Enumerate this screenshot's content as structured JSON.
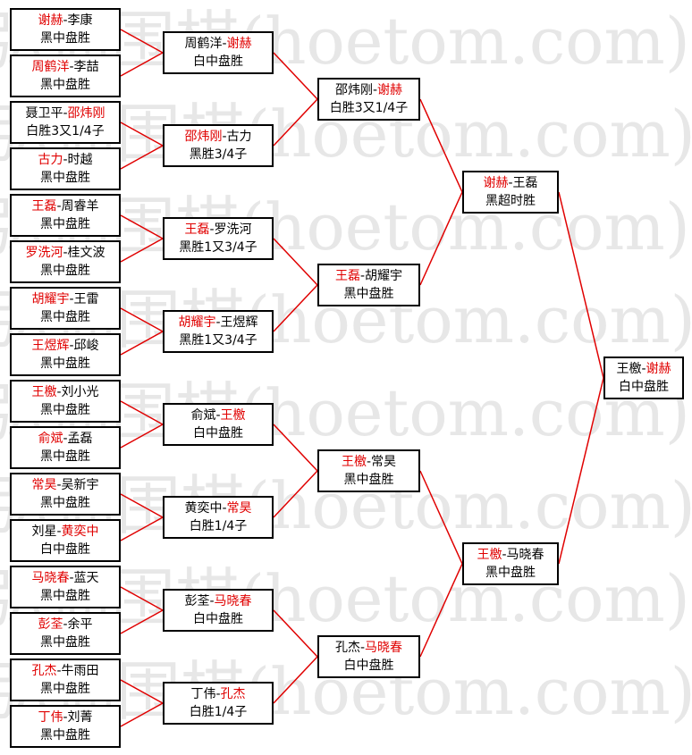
{
  "watermark": "弘通围棋(hoetom.com)弘通",
  "colors": {
    "winner": "#e00000",
    "line": "#e00000",
    "text": "#000000",
    "watermark": "#e7e7e7"
  },
  "round1": [
    {
      "p1": "谢赫",
      "p2": "李康",
      "winner": 1,
      "result": "黑中盘胜"
    },
    {
      "p1": "周鹤洋",
      "p2": "李喆",
      "winner": 1,
      "result": "黑中盘胜"
    },
    {
      "p1": "聂卫平",
      "p2": "邵炜刚",
      "winner": 2,
      "result": "白胜3又1/4子"
    },
    {
      "p1": "古力",
      "p2": "时越",
      "winner": 1,
      "result": "黑中盘胜"
    },
    {
      "p1": "王磊",
      "p2": "周睿羊",
      "winner": 1,
      "result": "黑中盘胜"
    },
    {
      "p1": "罗洗河",
      "p2": "桂文波",
      "winner": 1,
      "result": "黑中盘胜"
    },
    {
      "p1": "胡耀宇",
      "p2": "王雷",
      "winner": 1,
      "result": "黑中盘胜"
    },
    {
      "p1": "王煜辉",
      "p2": "邱峻",
      "winner": 1,
      "result": "黑中盘胜"
    },
    {
      "p1": "王檄",
      "p2": "刘小光",
      "winner": 1,
      "result": "黑中盘胜"
    },
    {
      "p1": "俞斌",
      "p2": "孟磊",
      "winner": 1,
      "result": "黑中盘胜"
    },
    {
      "p1": "常昊",
      "p2": "吴新宇",
      "winner": 1,
      "result": "黑中盘胜"
    },
    {
      "p1": "刘星",
      "p2": "黄奕中",
      "winner": 2,
      "result": "白中盘胜"
    },
    {
      "p1": "马晓春",
      "p2": "蓝天",
      "winner": 1,
      "result": "黑中盘胜"
    },
    {
      "p1": "彭荃",
      "p2": "余平",
      "winner": 1,
      "result": "黑中盘胜"
    },
    {
      "p1": "孔杰",
      "p2": "牛雨田",
      "winner": 1,
      "result": "黑中盘胜"
    },
    {
      "p1": "丁伟",
      "p2": "刘菁",
      "winner": 1,
      "result": "黑中盘胜"
    }
  ],
  "round2": [
    {
      "p1": "周鹤洋",
      "p2": "谢赫",
      "winner": 2,
      "result": "白中盘胜"
    },
    {
      "p1": "邵炜刚",
      "p2": "古力",
      "winner": 1,
      "result": "黑胜3/4子"
    },
    {
      "p1": "王磊",
      "p2": "罗洗河",
      "winner": 1,
      "result": "黑胜1又3/4子"
    },
    {
      "p1": "胡耀宇",
      "p2": "王煜辉",
      "winner": 1,
      "result": "黑胜1又3/4子"
    },
    {
      "p1": "俞斌",
      "p2": "王檄",
      "winner": 2,
      "result": "白中盘胜"
    },
    {
      "p1": "黄奕中",
      "p2": "常昊",
      "winner": 2,
      "result": "白胜1/4子"
    },
    {
      "p1": "彭荃",
      "p2": "马晓春",
      "winner": 2,
      "result": "白中盘胜"
    },
    {
      "p1": "丁伟",
      "p2": "孔杰",
      "winner": 2,
      "result": "白胜1/4子"
    }
  ],
  "round3": [
    {
      "p1": "邵炜刚",
      "p2": "谢赫",
      "winner": 2,
      "result": "白胜3又1/4子"
    },
    {
      "p1": "王磊",
      "p2": "胡耀宇",
      "winner": 1,
      "result": "黑中盘胜"
    },
    {
      "p1": "王檄",
      "p2": "常昊",
      "winner": 1,
      "result": "黑中盘胜"
    },
    {
      "p1": "孔杰",
      "p2": "马晓春",
      "winner": 2,
      "result": "白中盘胜"
    }
  ],
  "round4": [
    {
      "p1": "谢赫",
      "p2": "王磊",
      "winner": 1,
      "result": "黑超时胜"
    },
    {
      "p1": "王檄",
      "p2": "马晓春",
      "winner": 1,
      "result": "黑中盘胜"
    }
  ],
  "round5": [
    {
      "p1": "王檄",
      "p2": "谢赫",
      "winner": 2,
      "result": "白中盘胜"
    }
  ]
}
